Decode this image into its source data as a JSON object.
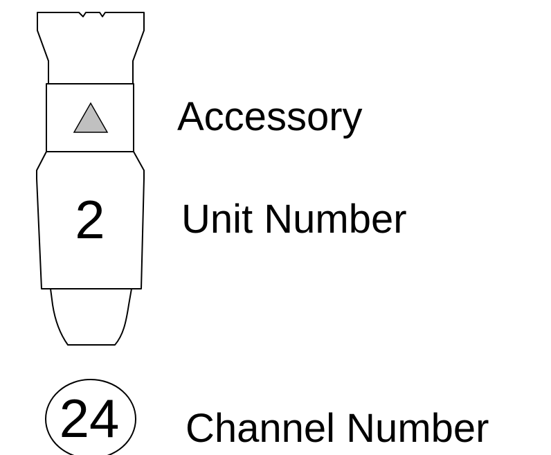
{
  "diagram": {
    "unit": {
      "number": "2",
      "accessory_marker_color": "#c0c0c0"
    },
    "channel": {
      "number": "24"
    },
    "labels": {
      "accessory": "Accessory",
      "unit_number": "Unit Number",
      "channel_number": "Channel Number"
    }
  },
  "colors": {
    "outline": "#000000",
    "background": "#ffffff",
    "triangle_fill": "#c0c0c0"
  }
}
